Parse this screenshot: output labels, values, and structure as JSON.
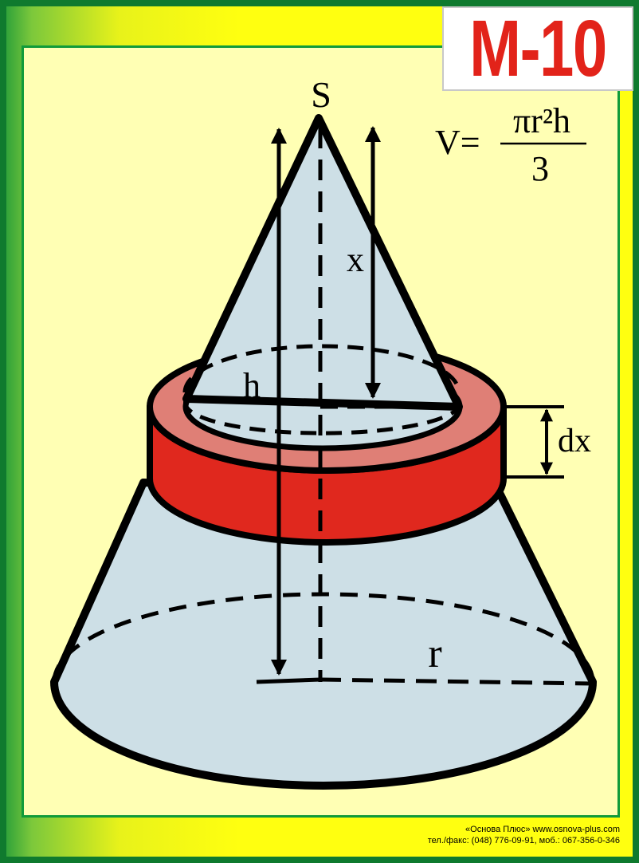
{
  "badge": {
    "code": "М-10"
  },
  "labels": {
    "apex": "S",
    "height": "h",
    "distance": "x",
    "thickness": "dx",
    "radius": "r"
  },
  "formula": {
    "lhs": "V=",
    "numerator": "πr²h",
    "denominator": "3"
  },
  "footer": {
    "line1": "«Основа Плюс»  www.osnova-plus.com",
    "line2": "тел./факс: (048) 776-09-91, моб.: 067-356-0-346"
  },
  "colors": {
    "background": "#ffff10",
    "panel": "#ffffb4",
    "cone_fill": "#cddfe6",
    "ring_side": "#e0281e",
    "ring_top": "#df7f76",
    "badge_text": "#e2231a",
    "frame": "#0f7a2e"
  }
}
